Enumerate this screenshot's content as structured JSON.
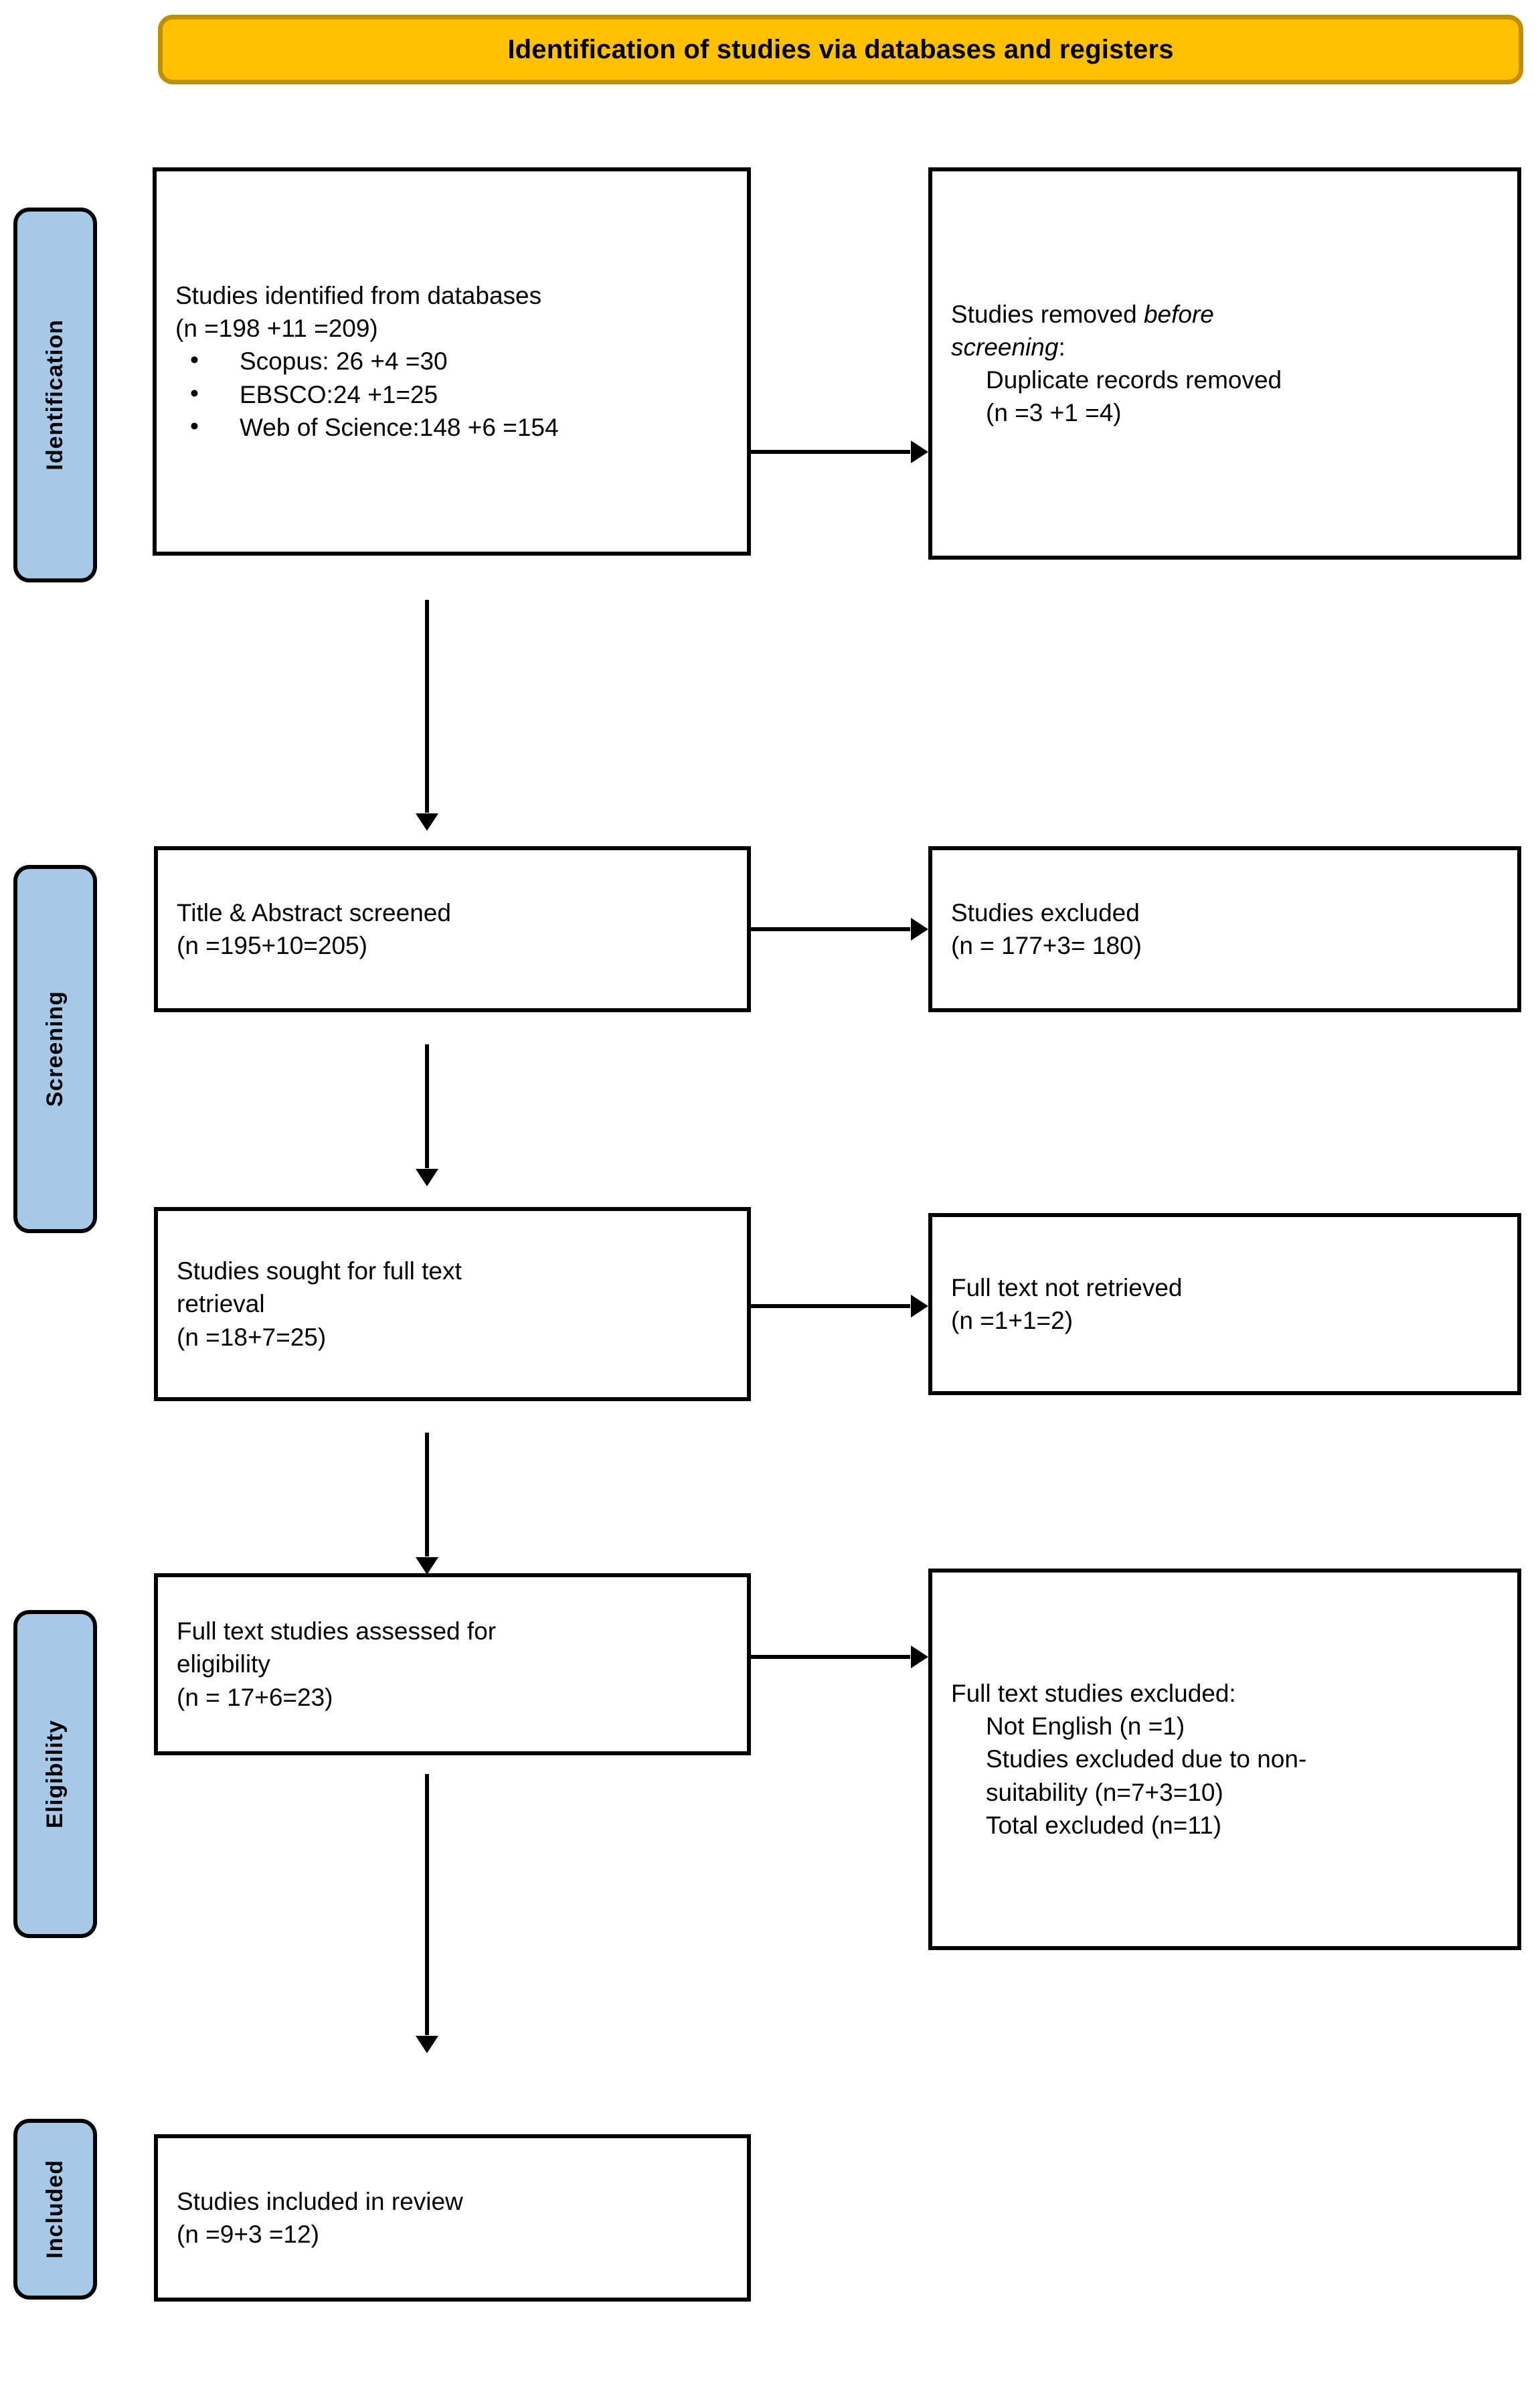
{
  "diagram": {
    "title": "Identification of studies via databases and registers",
    "type": "PRISMA flow diagram",
    "colors": {
      "banner_fill": "#FFC000",
      "banner_border": "#BF8F00",
      "stage_label_fill": "#A6C9E8",
      "box_border": "#000000",
      "box_fill": "#FFFFFF"
    }
  },
  "stages": [
    {
      "id": "identification",
      "label": "Identification"
    },
    {
      "id": "screening",
      "label": "Screening"
    },
    {
      "id": "eligibility",
      "label": "Eligibility"
    },
    {
      "id": "included",
      "label": "Included"
    }
  ],
  "boxes": {
    "identified": {
      "line1": "Studies identified from databases",
      "line2": "(n =198 +11 =209)",
      "bullets": [
        "Scopus: 26 +4 =30",
        "EBSCO:24 +1=25",
        "Web of Science:148 +6 =154"
      ]
    },
    "removed_before_screening": {
      "line1_a": "Studies removed ",
      "line1_b": "before",
      "line2_italic": "screening",
      "line2_tail": ":",
      "line3": "Duplicate records removed",
      "line4": "(n =3 +1 =4)"
    },
    "title_abstract_screened": {
      "line1": "Title & Abstract screened",
      "line2": "(n =195+10=205)"
    },
    "studies_excluded": {
      "line1": "Studies excluded",
      "line2": "(n = 177+3= 180)"
    },
    "sought_full_text": {
      "line1": "Studies sought for full text",
      "line2": "retrieval",
      "line3": "(n =18+7=25)"
    },
    "full_text_not_retrieved": {
      "line1": "Full text not retrieved",
      "line2": "(n =1+1=2)"
    },
    "assessed_eligibility": {
      "line1": "Full text studies assessed for",
      "line2": "eligibility",
      "line3": "(n = 17+6=23)"
    },
    "full_text_excluded": {
      "line1": "Full text studies excluded:",
      "line2": "Not English (n =1)",
      "line3": "Studies excluded due to non-",
      "line4": "suitability (n=7+3=10)",
      "line5": "Total excluded (n=11)"
    },
    "included_in_review": {
      "line1": "Studies included in review",
      "line2": "(n =9+3 =12)"
    }
  }
}
